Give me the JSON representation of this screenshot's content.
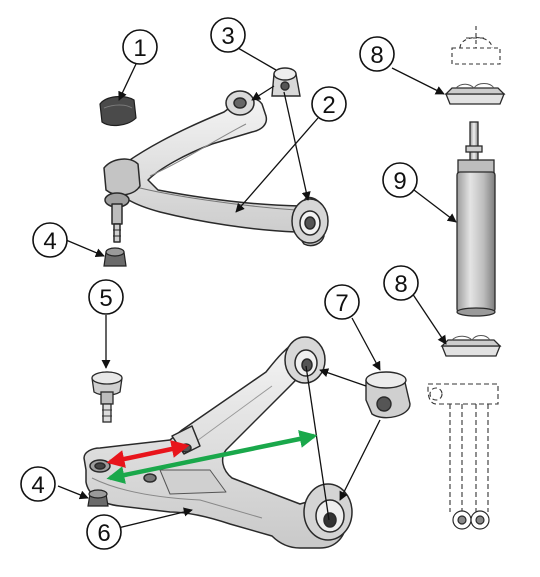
{
  "callouts": [
    {
      "id": "c1",
      "label": "1"
    },
    {
      "id": "c3",
      "label": "3"
    },
    {
      "id": "c8a",
      "label": "8"
    },
    {
      "id": "c2",
      "label": "2"
    },
    {
      "id": "c9",
      "label": "9"
    },
    {
      "id": "c4a",
      "label": "4"
    },
    {
      "id": "c5",
      "label": "5"
    },
    {
      "id": "c7",
      "label": "7"
    },
    {
      "id": "c8b",
      "label": "8"
    },
    {
      "id": "c4b",
      "label": "4"
    },
    {
      "id": "c6",
      "label": "6"
    }
  ],
  "colors": {
    "part_fill": "#e6e6e6",
    "part_fill_light": "#f3f3f3",
    "part_fill_dark": "#b9b9b9",
    "part_stroke": "#2a2a2a",
    "shock_body": "#cfcfcf",
    "shock_shade": "#9a9a9a",
    "bushing_dark": "#555555",
    "arrow_red": "#e8141b",
    "arrow_green": "#1aa84b",
    "callout_line": "#111111",
    "dashed": "#333333"
  }
}
